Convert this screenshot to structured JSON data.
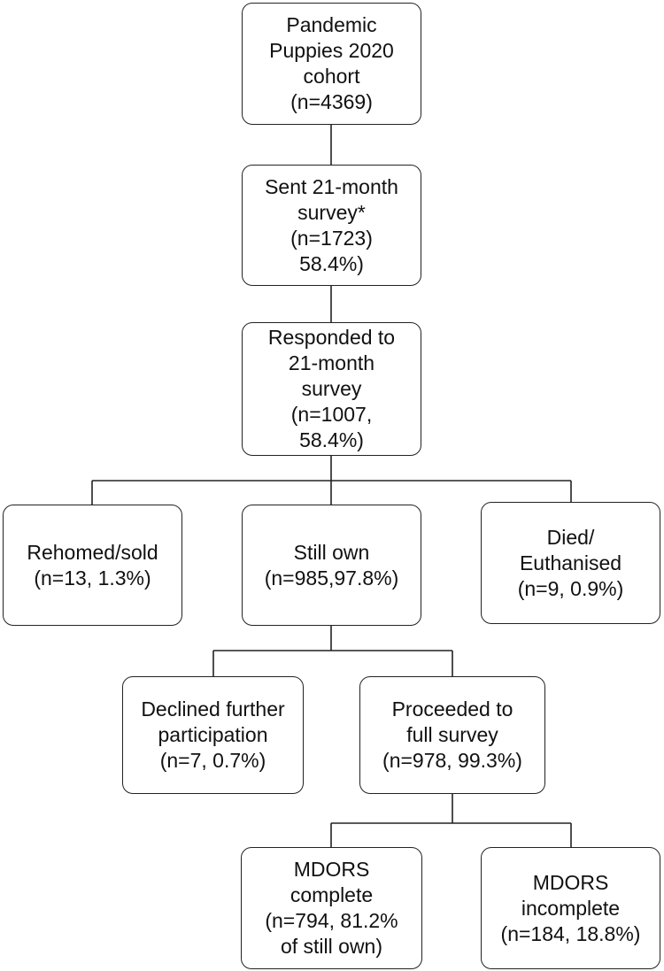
{
  "nodes": {
    "cohort": {
      "lines": [
        "Pandemic",
        "Puppies 2020",
        "cohort",
        "(n=4369)"
      ]
    },
    "sent": {
      "lines": [
        "Sent 21-month",
        "survey*",
        "(n=1723)",
        "58.4%)"
      ]
    },
    "responded": {
      "lines": [
        "Responded to",
        "21-month",
        "survey",
        "(n=1007,",
        "58.4%)"
      ]
    },
    "rehomed": {
      "lines": [
        "Rehomed/sold",
        "(n=13, 1.3%)"
      ]
    },
    "still_own": {
      "lines": [
        "Still own",
        "(n=985,97.8%)"
      ]
    },
    "died": {
      "lines": [
        "Died/",
        "Euthanised",
        "(n=9, 0.9%)"
      ]
    },
    "declined": {
      "lines": [
        "Declined further",
        "participation",
        "(n=7, 0.7%)"
      ]
    },
    "proceeded": {
      "lines": [
        "Proceeded to",
        "full survey",
        "(n=978, 99.3%)"
      ]
    },
    "mdors_complete": {
      "lines": [
        "MDORS",
        "complete",
        "(n=794, 81.2%",
        "of still own)"
      ]
    },
    "mdors_incomplete": {
      "lines": [
        "MDORS",
        "incomplete",
        "(n=184, 18.8%)"
      ]
    }
  }
}
